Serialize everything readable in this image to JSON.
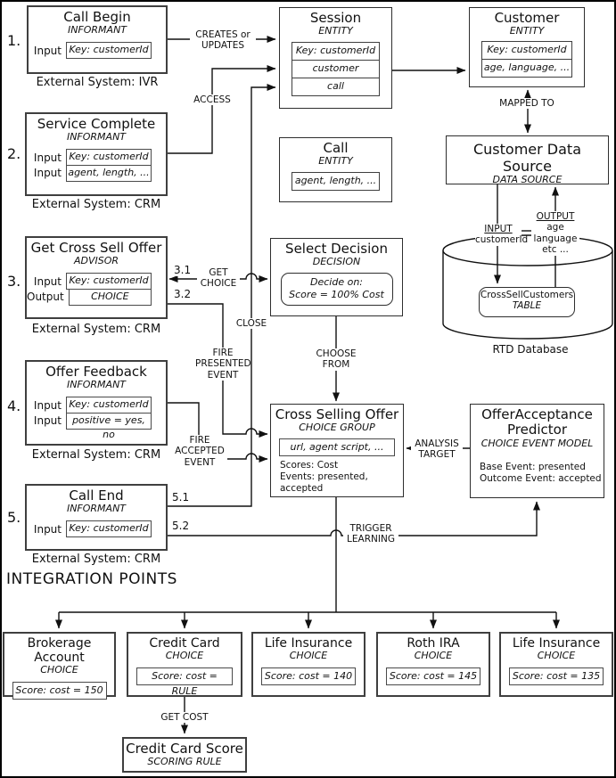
{
  "diagram": {
    "heading": "INTEGRATION POINTS",
    "colors": {
      "line": "#111111",
      "box_border": "#3f3f3f",
      "background": "#ffffff",
      "text": "#111111"
    },
    "integration_points": [
      {
        "num": "1.",
        "title": "Call Begin",
        "type": "INFORMANT",
        "rows": [
          {
            "label": "Input",
            "value": "Key: customerId"
          }
        ],
        "caption": "External System: IVR"
      },
      {
        "num": "2.",
        "title": "Service Complete",
        "type": "INFORMANT",
        "rows": [
          {
            "label": "Input",
            "value": "Key: customerId"
          },
          {
            "label": "Input",
            "value": "agent, length, ..."
          }
        ],
        "caption": "External System: CRM"
      },
      {
        "num": "3.",
        "title": "Get Cross Sell Offer",
        "type": "ADVISOR",
        "rows": [
          {
            "label": "Input",
            "value": "Key: customerId"
          },
          {
            "label": "Output",
            "value": "CHOICE"
          }
        ],
        "caption": "External System: CRM"
      },
      {
        "num": "4.",
        "title": "Offer Feedback",
        "type": "INFORMANT",
        "rows": [
          {
            "label": "Input",
            "value": "Key: customerId"
          },
          {
            "label": "Input",
            "value": "positive = yes, no"
          }
        ],
        "caption": "External System: CRM"
      },
      {
        "num": "5.",
        "title": "Call End",
        "type": "INFORMANT",
        "rows": [
          {
            "label": "Input",
            "value": "Key: customerId"
          }
        ],
        "caption": "External System: CRM"
      }
    ],
    "session": {
      "title": "Session",
      "type": "ENTITY",
      "fields": [
        "Key: customerId",
        "customer",
        "call"
      ]
    },
    "call_entity": {
      "title": "Call",
      "type": "ENTITY",
      "fields": [
        "agent, length, ..."
      ]
    },
    "customer": {
      "title": "Customer",
      "type": "ENTITY",
      "fields": [
        "Key: customerId",
        "age, language, ..."
      ]
    },
    "customer_data_source": {
      "title": "Customer Data Source",
      "type": "DATA SOURCE"
    },
    "database": {
      "input_label": "INPUT",
      "input_value": "customerId",
      "output_label": "OUTPUT",
      "output_values": [
        "age",
        "language",
        "etc ..."
      ],
      "table": {
        "title": "CrossSellCustomers",
        "type": "TABLE"
      },
      "label": "RTD Database"
    },
    "select_decision": {
      "title": "Select Decision",
      "type": "DECISION",
      "note": [
        "Decide on:",
        "Score = 100% Cost"
      ]
    },
    "cross_selling_offer": {
      "title": "Cross Selling Offer",
      "type": "CHOICE GROUP",
      "field": "url, agent script, ...",
      "scores": "Scores: Cost",
      "events": "Events: presented, accepted"
    },
    "predictor": {
      "title": [
        "OfferAcceptance",
        "Predictor"
      ],
      "type": "CHOICE EVENT MODEL",
      "base_event": "Base Event: presented",
      "outcome_event": "Outcome Event: accepted"
    },
    "choices": [
      {
        "title": "Brokerage Account",
        "type": "CHOICE",
        "score": "Score: cost = 150"
      },
      {
        "title": "Credit Card",
        "type": "CHOICE",
        "score": "Score: cost = RULE"
      },
      {
        "title": "Life Insurance",
        "type": "CHOICE",
        "score": "Score: cost = 140"
      },
      {
        "title": "Roth IRA",
        "type": "CHOICE",
        "score": "Score: cost = 145"
      },
      {
        "title": "Life Insurance",
        "type": "CHOICE",
        "score": "Score: cost = 135"
      }
    ],
    "credit_card_score": {
      "title": "Credit Card Score",
      "type": "SCORING RULE"
    },
    "edges": {
      "creates_updates": [
        "CREATES or",
        "UPDATES"
      ],
      "access": "ACCESS",
      "mapped_to": "MAPPED TO",
      "get_choice": [
        "GET",
        "CHOICE"
      ],
      "close": "CLOSE",
      "fire_presented": [
        "FIRE",
        "PRESENTED",
        "EVENT"
      ],
      "fire_accepted": [
        "FIRE",
        "ACCEPTED",
        "EVENT"
      ],
      "choose_from": [
        "CHOOSE",
        "FROM"
      ],
      "analysis_target": [
        "ANALYSIS",
        "TARGET"
      ],
      "trigger_learning": [
        "TRIGGER",
        "LEARNING"
      ],
      "get_cost": "GET COST",
      "n31": "3.1",
      "n32": "3.2",
      "n51": "5.1",
      "n52": "5.2"
    }
  }
}
